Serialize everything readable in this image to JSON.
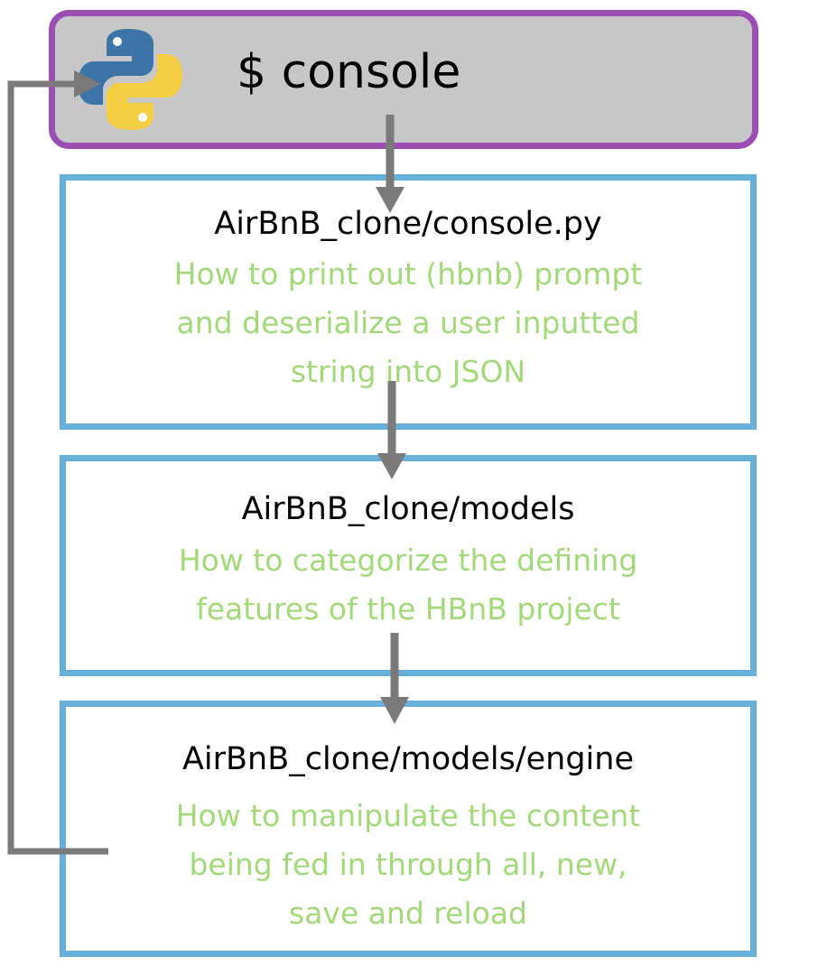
{
  "console": {
    "title": "$ console",
    "icon": "python-logo-icon"
  },
  "steps": [
    {
      "title": "AirBnB_clone/console.py",
      "description": [
        "How to print out (hbnb) prompt",
        "and deserialize a user inputted",
        "string into JSON"
      ]
    },
    {
      "title": "AirBnB_clone/models",
      "description": [
        "How to categorize the defining",
        "features of the HBnB project"
      ]
    },
    {
      "title": "AirBnB_clone/models/engine",
      "description": [
        "How to manipulate the content",
        "being fed in through all, new,",
        "save and reload"
      ]
    }
  ],
  "colors": {
    "console_border": "#9b4fb3",
    "console_fill": "#c7c7c7",
    "box_border": "#67b0d9",
    "description_text": "#a3d97a",
    "arrow": "#7a7a7a"
  }
}
